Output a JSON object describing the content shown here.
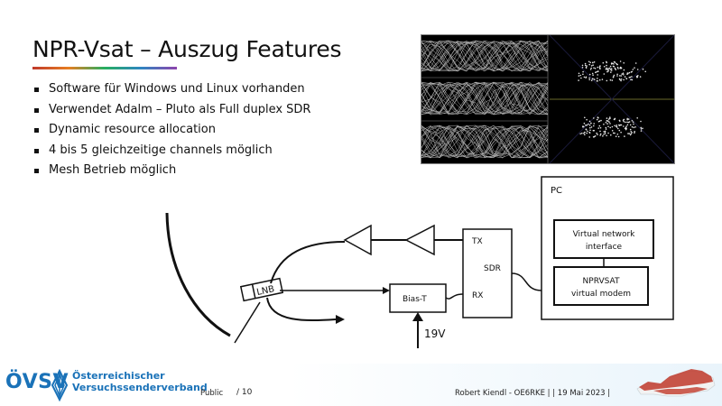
{
  "slide": {
    "title": "NPR-Vsat – Auszug Features",
    "bullets": [
      "Software für Windows und Linux vorhanden",
      "Verwendet Adalm – Pluto als Full duplex SDR",
      "Dynamic resource allocation",
      "4 bis 5 gleichzeitige channels möglich",
      "Mesh Betrieb möglich"
    ]
  },
  "diagram": {
    "pc_label": "PC",
    "vni_line1": "Virtual network",
    "vni_line2": "interface",
    "modem_line1": "NPRVSAT",
    "modem_line2": "virtual modem",
    "tx": "TX",
    "sdr": "SDR",
    "rx": "RX",
    "bias_t": "Bias-T",
    "lnb": "LNB",
    "voltage": "19V"
  },
  "footer": {
    "logo": "ÖVSV",
    "org_line1": "Österreichischer",
    "org_line2": "Versuchssenderverband",
    "classification": "Public",
    "page": "/ 10",
    "author_date": "Robert Kiendl - OE6RKE |  | 19 Mai 2023 |"
  },
  "colors": {
    "accent_blue": "#1a72b8",
    "map_red": "#c0392b"
  }
}
